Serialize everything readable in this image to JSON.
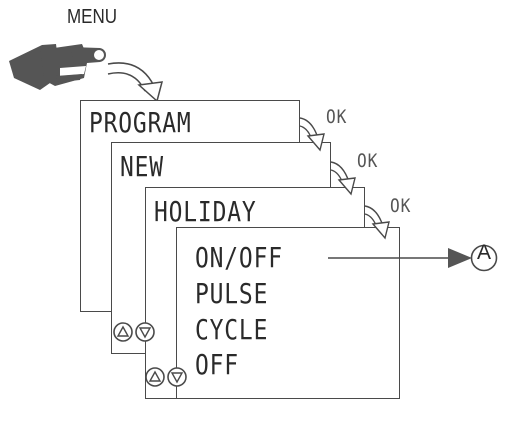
{
  "menu_button": {
    "label": "MENU"
  },
  "panels": [
    {
      "title": "PROGRAM"
    },
    {
      "title": "NEW"
    },
    {
      "title": "HOLIDAY"
    }
  ],
  "confirm_labels": [
    "OK",
    "OK",
    "OK"
  ],
  "mode_options": [
    "ON/OFF",
    "PULSE",
    "CYCLE",
    "OFF"
  ],
  "callout": {
    "label": "A"
  },
  "icons": {
    "hand": "pointing-hand-icon",
    "up": "up-arrow-button-icon",
    "down": "down-arrow-button-icon"
  },
  "colors": {
    "line": "#4a4a4a",
    "hand_fill": "#555555",
    "arrow_fill": "#555555"
  }
}
